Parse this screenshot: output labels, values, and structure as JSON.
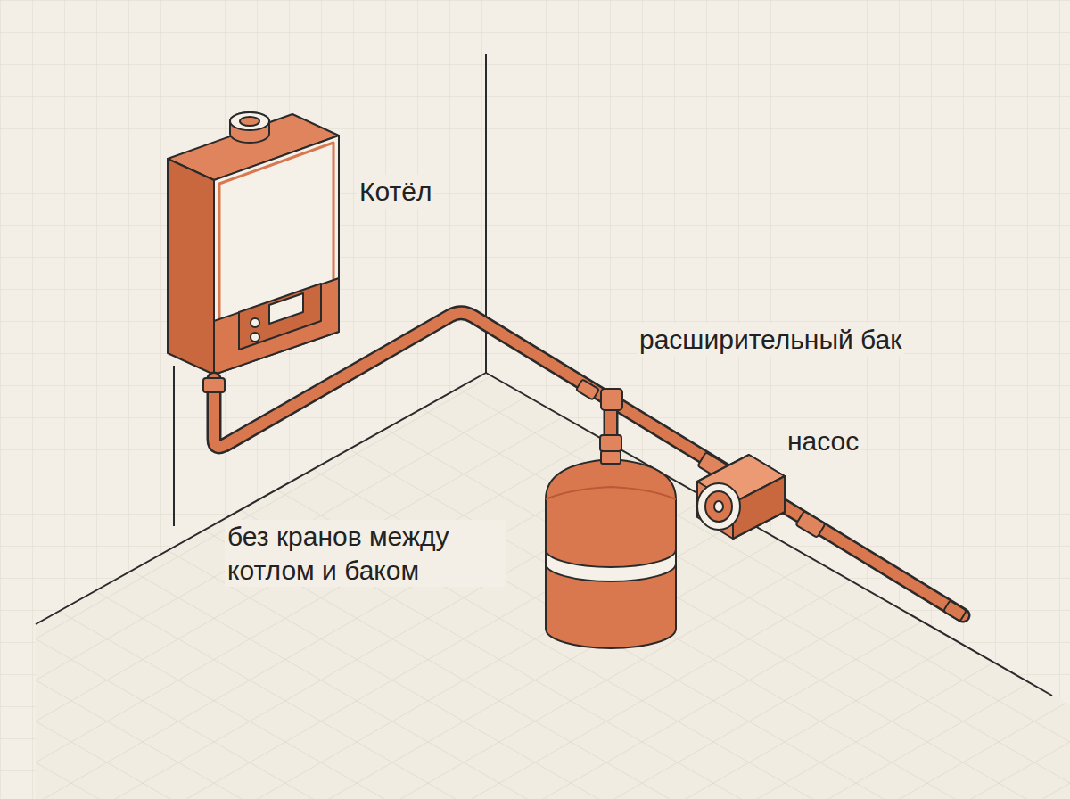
{
  "diagram": {
    "labels": [
      "Котёл",
      "расширительный бак",
      "насос",
      "без кранов между котлом и баком"
    ]
  }
}
